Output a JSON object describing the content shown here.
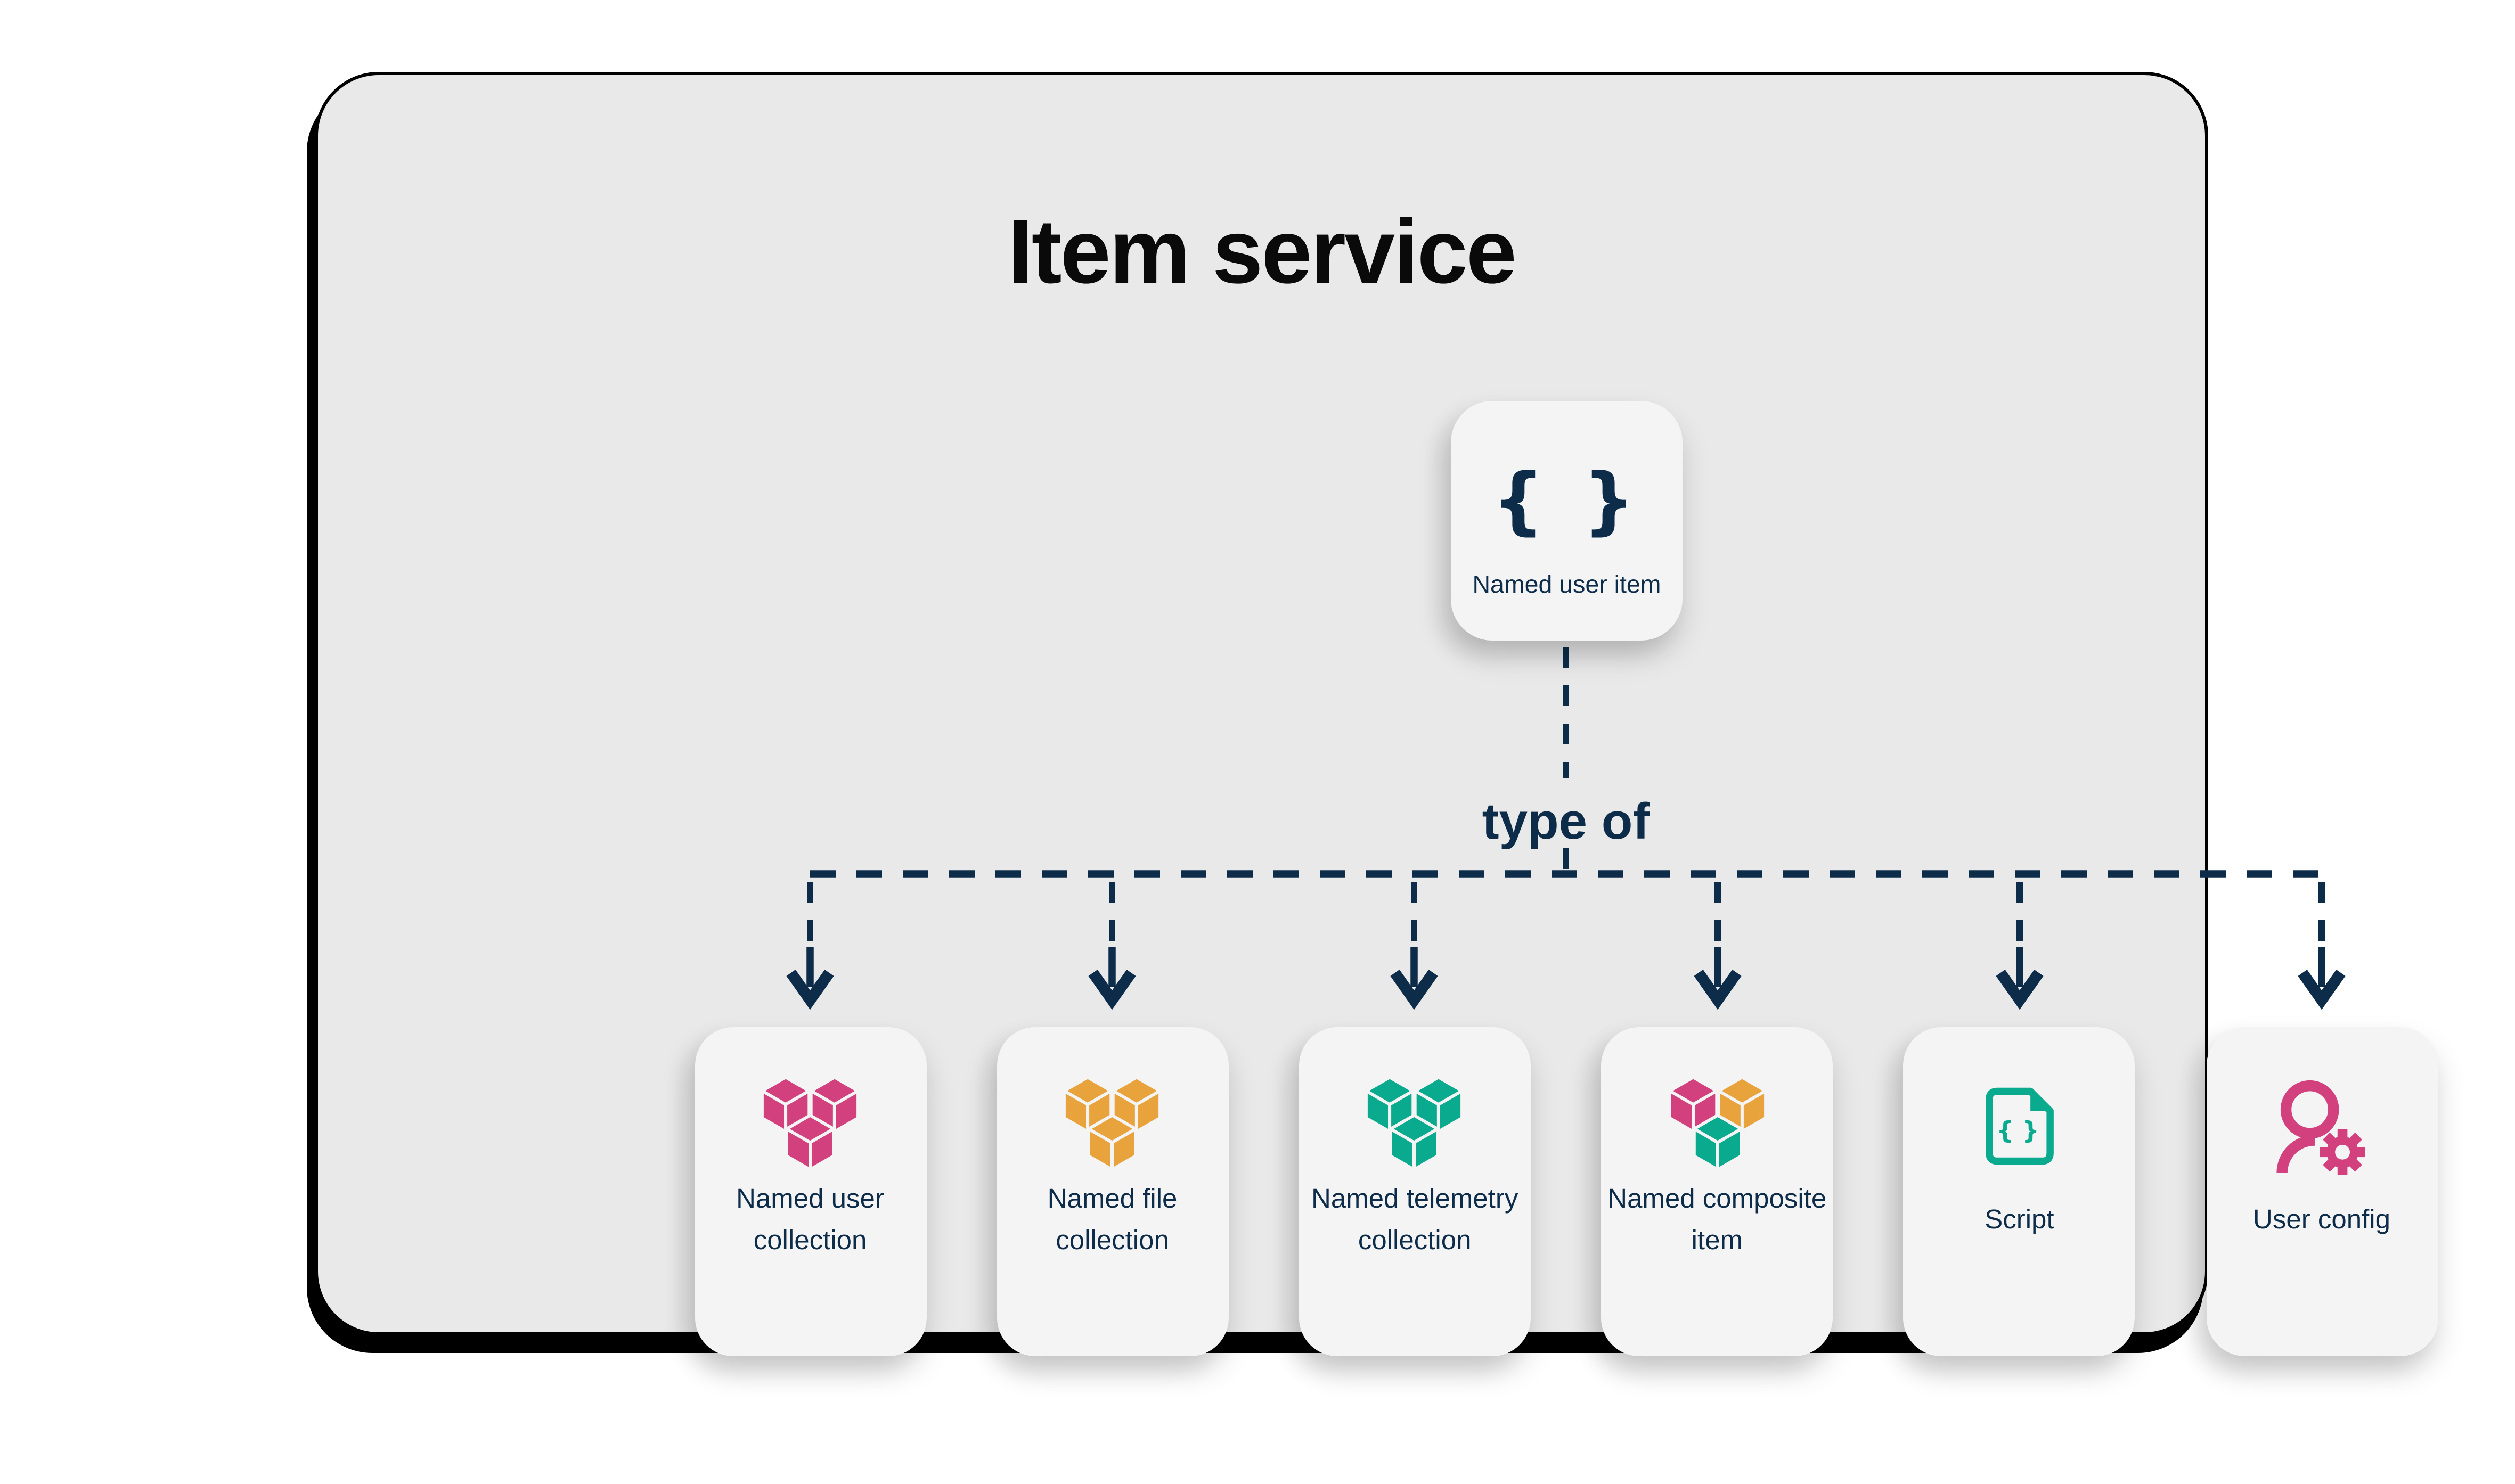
{
  "diagram": {
    "title": "Item service",
    "root": {
      "label": "Named user item",
      "icon": "braces-icon",
      "icon_glyph": "{ }"
    },
    "relation_label": "type of",
    "children": [
      {
        "label_lines": [
          "Named user",
          "collection"
        ],
        "icon": "pink-cubes-icon"
      },
      {
        "label_lines": [
          "Named file",
          "collection"
        ],
        "icon": "orange-cubes-icon"
      },
      {
        "label_lines": [
          "Named telemetry",
          "collection"
        ],
        "icon": "teal-cubes-icon"
      },
      {
        "label_lines": [
          "Named composite",
          "item"
        ],
        "icon": "multicolor-cubes-icon"
      },
      {
        "label_lines": [
          "Script"
        ],
        "icon": "script-file-icon",
        "icon_glyph": "{ }"
      },
      {
        "label_lines": [
          "User config"
        ],
        "icon": "user-gear-icon"
      }
    ],
    "colors": {
      "pink": "#d2417e",
      "orange": "#e8a33c",
      "teal": "#0aaa8e",
      "navy": "#0d2c4a",
      "panel": "#e9e9ea",
      "card": "#f4f4f5",
      "title": "#0a0a0a"
    }
  }
}
